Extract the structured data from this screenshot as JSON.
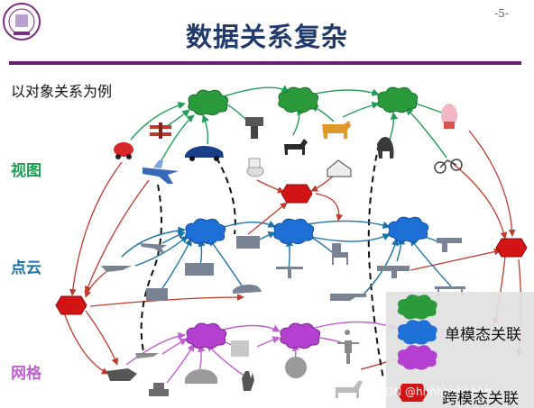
{
  "header": {
    "title": "数据关系复杂",
    "page_number": "-5-",
    "logo_icon": "university-seal-logo"
  },
  "subtitle": "以对象关系为例",
  "rows": {
    "view": "视图",
    "point_cloud": "点云",
    "mesh": "网格"
  },
  "legend": {
    "single_modal": "单模态关联",
    "cross_modal": "跨模态关联"
  },
  "watermark": "CSDN @hhhhhhhhhhh",
  "colors": {
    "view": "#1f9d55",
    "point_cloud": "#1a73a8",
    "mesh": "#c060d0",
    "cross_modal": "#d21414",
    "title": "#1f3a6b",
    "rule": "#6a1e6e"
  }
}
